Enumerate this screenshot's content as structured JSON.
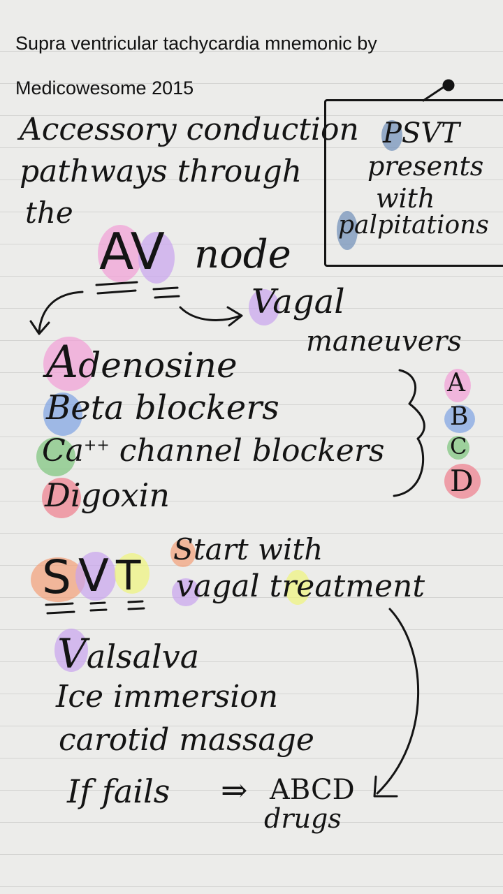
{
  "header": {
    "line1": "Supra ventricular tachycardia mnemonic by",
    "line2": "Medicowesome 2015"
  },
  "intro": {
    "line1": "Accessory conduction",
    "line2": "pathways through",
    "line3": "the"
  },
  "av": {
    "letters": "AV",
    "rest": "node"
  },
  "vagal": {
    "letter": "V",
    "rest": "agal",
    "line2": "maneuvers"
  },
  "box": {
    "letter_p1": "P",
    "rest1": "SVT",
    "line2": "presents",
    "line3": "with",
    "letter_p2": "p",
    "rest4": "alpitations"
  },
  "drugs": [
    {
      "letter": "A",
      "rest": "denosine"
    },
    {
      "letter": "B",
      "rest": "eta blockers"
    },
    {
      "letter": "C",
      "rest": "a",
      "sup": "++",
      "rest2": " channel blockers"
    },
    {
      "letter": "D",
      "rest": "igoxin"
    }
  ],
  "abcd": [
    "A",
    "B",
    "C",
    "D"
  ],
  "svt": {
    "s": "S",
    "v": "V",
    "t": "T",
    "start_letter": "S",
    "start_rest": "tart with",
    "vagal_letter": "v",
    "vagal_rest": "agal ",
    "t_letter": "t",
    "t_rest": "reatment"
  },
  "methods": {
    "v_letter": "V",
    "v_rest": "alsalva",
    "ice": "Ice immersion",
    "carotid": "carotid massage",
    "fails": "If fails",
    "arrow": "⇒",
    "abcd": "ABCD",
    "drugs": "drugs"
  },
  "colors": {
    "pink": "#f29ed6",
    "purple": "#c9a4ee",
    "blue": "#7da2e2",
    "green": "#7cc47a",
    "red": "#f07d8c",
    "orange": "#f3a077",
    "yellow": "#eff57a",
    "steel": "#6f8fb8"
  }
}
